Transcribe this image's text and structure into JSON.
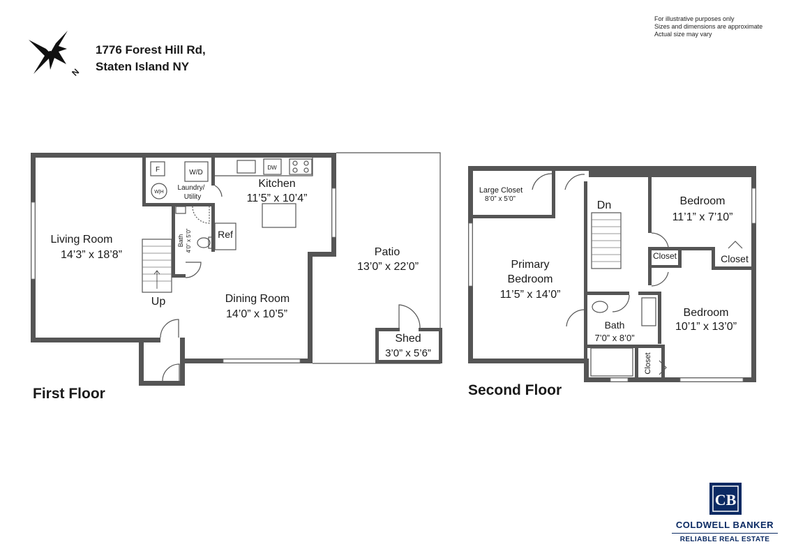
{
  "disclaimer": [
    "For illustrative purposes only",
    "Sizes and dimensions are approximate",
    "Actual size may vary"
  ],
  "address": {
    "line1": "1776 Forest Hill Rd,",
    "line2": "Staten Island NY"
  },
  "compass": {
    "north_label": "N",
    "icon": "compass-star-icon"
  },
  "first_floor": {
    "title": "First Floor",
    "rooms": {
      "living_name": "Living Room",
      "living_dim": "14’3” x 18’8”",
      "kitchen_name": "Kitchen",
      "kitchen_dim": "11’5” x 10’4”",
      "dining_name": "Dining Room",
      "dining_dim": "14’0” x 10’5”",
      "patio_name": "Patio",
      "patio_dim": "13’0” x 22’0”",
      "shed_name": "Shed",
      "shed_dim": "3’0” x 5’6”",
      "laundry_line1": "Laundry/",
      "laundry_line2": "Utility",
      "bath_name": "Bath",
      "bath_dim": "4’0” x 5’0”"
    },
    "fixtures": {
      "furnace": "F",
      "washer_dryer": "W/D",
      "water_heater": "W|H",
      "dishwasher": "DW",
      "fridge": "Ref",
      "stairs": "Up"
    }
  },
  "second_floor": {
    "title": "Second Floor",
    "rooms": {
      "large_closet_name": "Large Closet",
      "large_closet_dim": "8’0” x 5’0”",
      "primary_line1": "Primary",
      "primary_line2": "Bedroom",
      "primary_dim": "11’5” x 14’0”",
      "bedroom1_name": "Bedroom",
      "bedroom1_dim": "11’1” x 7’10”",
      "bedroom2_name": "Bedroom",
      "bedroom2_dim": "10’1” x 13’0”",
      "bath_name": "Bath",
      "bath_dim": "7’0” x 8’0”",
      "closet_a": "Closet",
      "closet_b": "Closet",
      "closet_c": "Closet"
    },
    "fixtures": {
      "stairs": "Dn"
    }
  },
  "brand": {
    "name": "COLDWELL BANKER",
    "tagline": "RELIABLE REAL ESTATE",
    "mark": "CB",
    "color": "#0b2a63",
    "icon": "cb-logo-icon"
  }
}
